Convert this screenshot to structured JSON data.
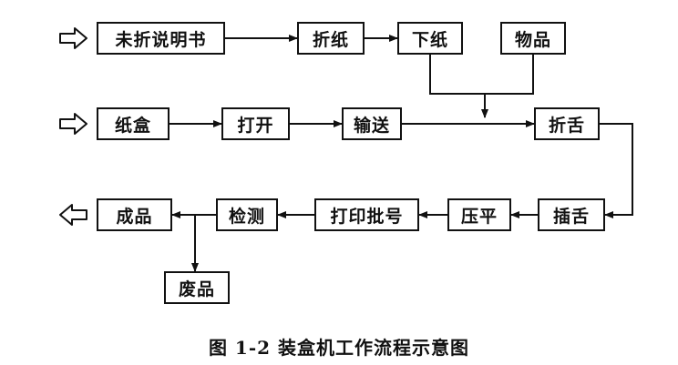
{
  "nodes": {
    "manual": "未折说明书",
    "fold": "折纸",
    "drop_paper": "下纸",
    "goods": "物品",
    "carton": "纸盒",
    "open": "打开",
    "convey": "输送",
    "fold_tongue": "折舌",
    "insert_tongue": "插舌",
    "flatten": "压平",
    "print_batch": "打印批号",
    "inspect": "检测",
    "product": "成品",
    "reject": "废品"
  },
  "caption": "图 1-2 装盒机工作流程示意图"
}
